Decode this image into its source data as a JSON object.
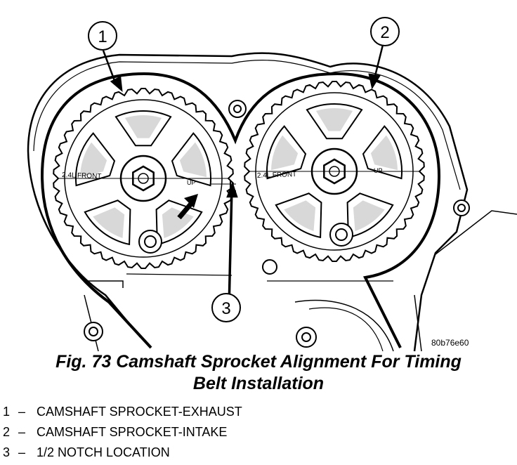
{
  "figure": {
    "callouts": [
      "1",
      "2",
      "3"
    ],
    "sprocket_left": {
      "front_mark": "2.4L FRONT",
      "up_mark": "UP"
    },
    "sprocket_right": {
      "front_mark": "2.4L FRONT",
      "up_mark": "UP"
    },
    "figure_code": "80b76e60"
  },
  "caption": {
    "line1": "Fig. 73 Camshaft Sprocket Alignment For Timing",
    "line2": "Belt Installation"
  },
  "legend": [
    {
      "num": "1",
      "dash": "–",
      "text": "CAMSHAFT SPROCKET-EXHAUST"
    },
    {
      "num": "2",
      "dash": "–",
      "text": "CAMSHAFT SPROCKET-INTAKE"
    },
    {
      "num": "3",
      "dash": "–",
      "text": "1/2 NOTCH LOCATION"
    }
  ]
}
